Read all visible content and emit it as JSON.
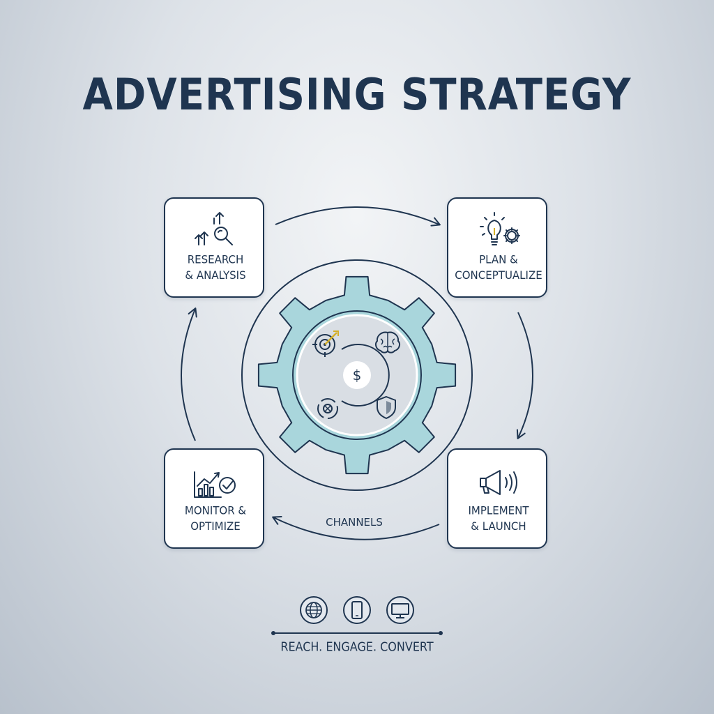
{
  "title": "ADVERTISING STRATEGY",
  "steps": [
    {
      "label": "RESEARCH\n& ANALYSIS",
      "icon": "research-magnifier-icon"
    },
    {
      "label": "PLAN &\nCONCEPTUALIZE",
      "icon": "lightbulb-gear-icon"
    },
    {
      "label": "IMPLEMENT\n& LAUNCH",
      "icon": "megaphone-icon"
    },
    {
      "label": "MONITOR &\nOPTIMIZE",
      "icon": "chart-check-icon"
    }
  ],
  "center": {
    "icons": [
      "target-icon",
      "brain-icon",
      "dollar-icon",
      "shield-icon",
      "cycle-icon"
    ],
    "currency_symbol": "$"
  },
  "channels_label": "CHANNELS",
  "devices": [
    "globe-icon",
    "smartphone-icon",
    "monitor-icon"
  ],
  "tagline": "REACH. ENGAGE. CONVERT",
  "colors": {
    "primary": "#1f3550",
    "gear_fill": "#a9d6dc",
    "accent": "#d4b02a",
    "card_bg": "#ffffff"
  }
}
